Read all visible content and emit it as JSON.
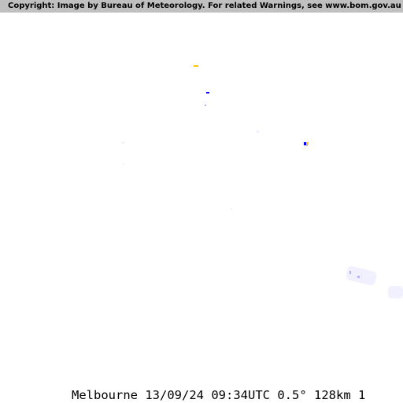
{
  "header": {
    "copyright": "Copyright: Image by Bureau of Meteorology. For related Warnings, see www.bom.gov.au"
  },
  "caption": {
    "location": "Melbourne",
    "date": "13/09/24",
    "time": "09:34UTC",
    "elevation": "0.5°",
    "range": "128km",
    "index": "1"
  },
  "legend_colors": {
    "background": "#ffffff",
    "header_bar": "#c0c0c0",
    "very_light": "#f0f0ff",
    "light": "#b4b4ff",
    "moderate": "#0000ff",
    "heavy": "#ffc800"
  }
}
